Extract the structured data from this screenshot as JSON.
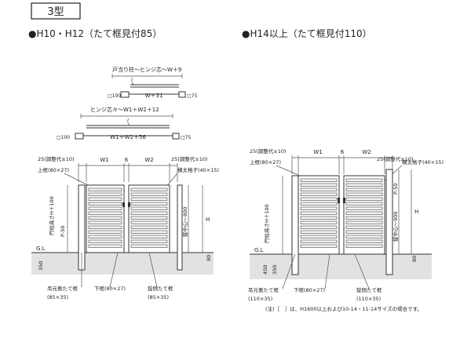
{
  "header": {
    "model_label": "3型",
    "left_title": "●H10・H12（たて框見付85）",
    "right_title": "●H14以上（たて框見付110）"
  },
  "left_diagram": {
    "top_single": {
      "dim_label": "戸当り柱～ヒンジ芯～W＋9",
      "post_left": "□100",
      "post_right": "□75",
      "width_label": "W＋31"
    },
    "top_double": {
      "dim_label": "ヒンジ芯々～W1＋W2＋12",
      "post_left": "□100",
      "post_right": "□75",
      "width_label": "W1＋W2＋56"
    },
    "elevation": {
      "adjust_left": "25(調整代±10)",
      "adjust_right": "25(調整代±10)",
      "w1": "W1",
      "gap": "6",
      "w2": "W2",
      "top_frame": "上框(80×27)",
      "slat": "横太格子(40×15)",
      "post_height": "門柱高さH＋100",
      "p_label": "P-50",
      "lock_height": "錠中心～800",
      "h_label": "H",
      "gl": "G.L",
      "depth_350": "350",
      "depth_80": "80"
    },
    "callouts": {
      "hinge_stile": "吊元側たて框",
      "hinge_stile_size": "(85×35)",
      "bottom_frame": "下框(80×27)",
      "lock_stile": "錠側たて框",
      "lock_stile_size": "(85×35)"
    }
  },
  "right_diagram": {
    "elevation": {
      "adjust_left": "25(調整代±10)",
      "w1": "W1",
      "gap": "6",
      "w2": "W2",
      "adjust_right": "25(調整代±10)",
      "top_frame": "上框(80×27)",
      "slat": "横太格子(40×15)",
      "post_height": "門柱高さH＋100",
      "p_label": "P-50",
      "lock_height": "錠中心～900",
      "h_label": "H",
      "gl": "G.L",
      "depth_450": "450",
      "depth_350": "350",
      "depth_80": "80"
    },
    "callouts": {
      "hinge_stile": "吊元側たて框",
      "hinge_stile_size": "(110×35)",
      "bottom_frame": "下框(80×27)",
      "lock_stile": "錠側たて框",
      "lock_stile_size": "(110×35)"
    },
    "note": "(注)［　］は、H1600以上および10-14・11-14サイズの場合です。"
  }
}
